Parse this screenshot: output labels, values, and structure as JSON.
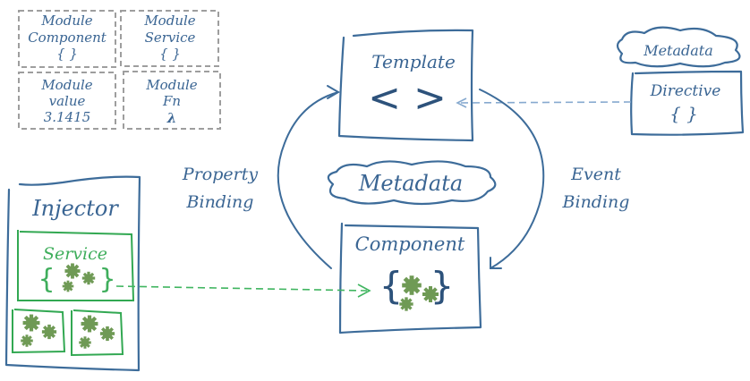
{
  "modules": [
    {
      "title": "Module",
      "subtitle": "Component",
      "symbol": "{ }"
    },
    {
      "title": "Module",
      "subtitle": "Service",
      "symbol": "{ }"
    },
    {
      "title": "Module",
      "subtitle": "value",
      "symbol": "3.1415"
    },
    {
      "title": "Module",
      "subtitle": "Fn",
      "symbol": "λ"
    }
  ],
  "template": {
    "title": "Template",
    "symbol": "<  >"
  },
  "directive": {
    "metadata": "Metadata",
    "title": "Directive",
    "symbol": "{ }"
  },
  "center_metadata": "Metadata",
  "component": {
    "title": "Component",
    "brace_open": "{",
    "brace_close": "}"
  },
  "property_binding": {
    "line1": "Property",
    "line2": "Binding"
  },
  "event_binding": {
    "line1": "Event",
    "line2": "Binding"
  },
  "injector": {
    "title": "Injector",
    "service": {
      "title": "Service",
      "brace_open": "{",
      "brace_close": "}"
    }
  },
  "colors": {
    "primary": "#3d6c9a",
    "green": "#32a852",
    "gear": "#6f9a55",
    "module_border": "#9e9e9e"
  }
}
